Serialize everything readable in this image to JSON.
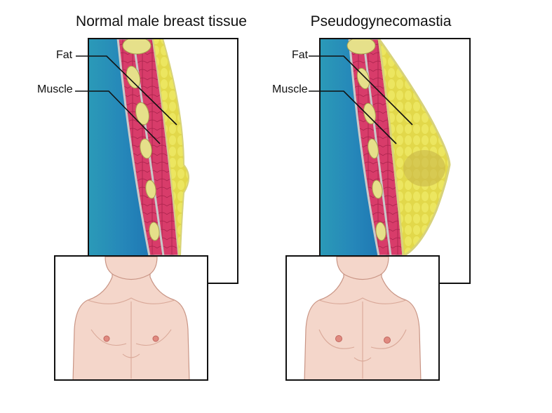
{
  "panels": [
    {
      "title": "Normal male breast tissue",
      "labels": {
        "fat": "Fat",
        "muscle": "Muscle"
      }
    },
    {
      "title": "Pseudogynecomastia",
      "labels": {
        "fat": "Fat",
        "muscle": "Muscle"
      }
    }
  ],
  "colors": {
    "chest_wall": "#2a8fbc",
    "muscle": "#d83c6a",
    "fat": "#e8e05a",
    "skin": "#f4d6ca"
  }
}
